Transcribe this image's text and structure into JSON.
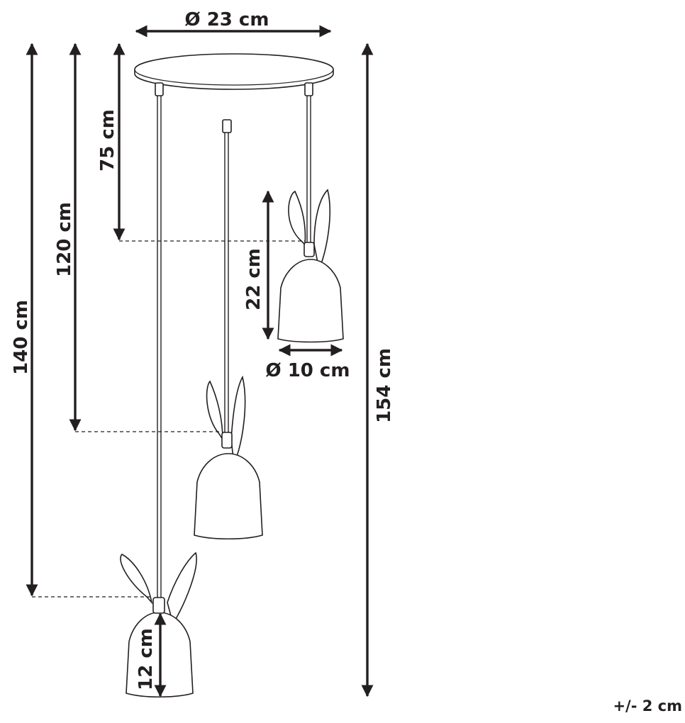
{
  "dimensions": {
    "canopy_diameter": "Ø 23 cm",
    "drop_short": "75 cm",
    "drop_medium": "120 cm",
    "drop_long": "140 cm",
    "total_height": "154 cm",
    "shade_height_top": "22 cm",
    "shade_diameter": "Ø 10 cm",
    "shade_height_bottom": "12 cm"
  },
  "tolerance": "+/- 2 cm",
  "colors": {
    "line": "#231f20",
    "fill": "#ffffff"
  }
}
